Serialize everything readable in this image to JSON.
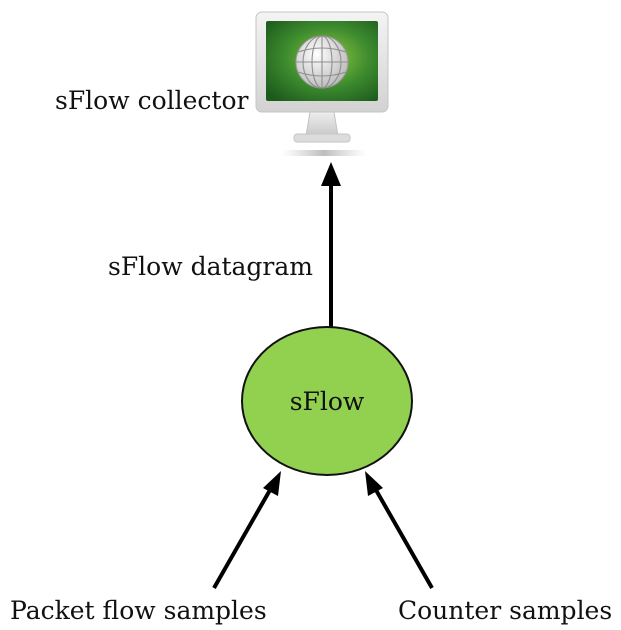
{
  "collector": {
    "label": "sFlow collector",
    "icon": "monitor-globe-icon"
  },
  "datagram": {
    "label": "sFlow datagram"
  },
  "agent": {
    "label": "sFlow",
    "fill_color": "#92d050"
  },
  "inputs": [
    {
      "label": "Packet flow samples"
    },
    {
      "label": "Counter samples"
    }
  ]
}
